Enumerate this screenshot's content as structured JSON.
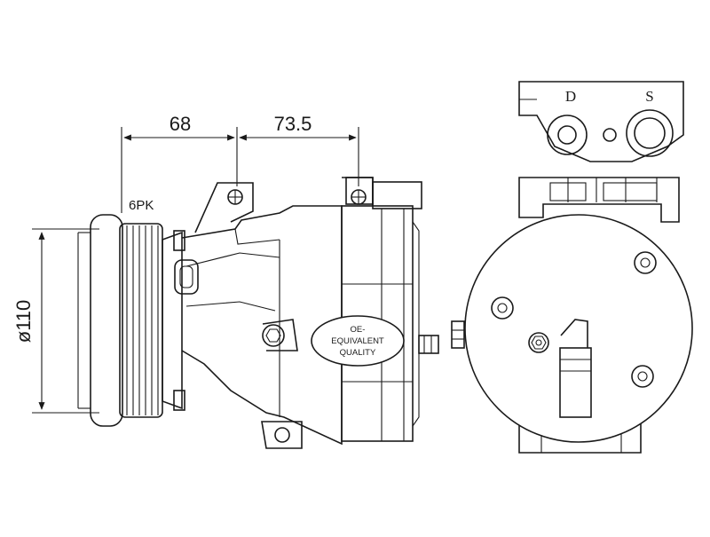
{
  "dimensions": {
    "dim_1": "68",
    "dim_2": "73.5",
    "diameter": "ø110"
  },
  "labels": {
    "belt": "6PK",
    "port_d": "D",
    "port_s": "S",
    "badge_line1": "OE-",
    "badge_line2": "EQUIVALENT",
    "badge_line3": "QUALITY"
  },
  "colors": {
    "line": "#1a1a1a",
    "background": "#ffffff"
  }
}
